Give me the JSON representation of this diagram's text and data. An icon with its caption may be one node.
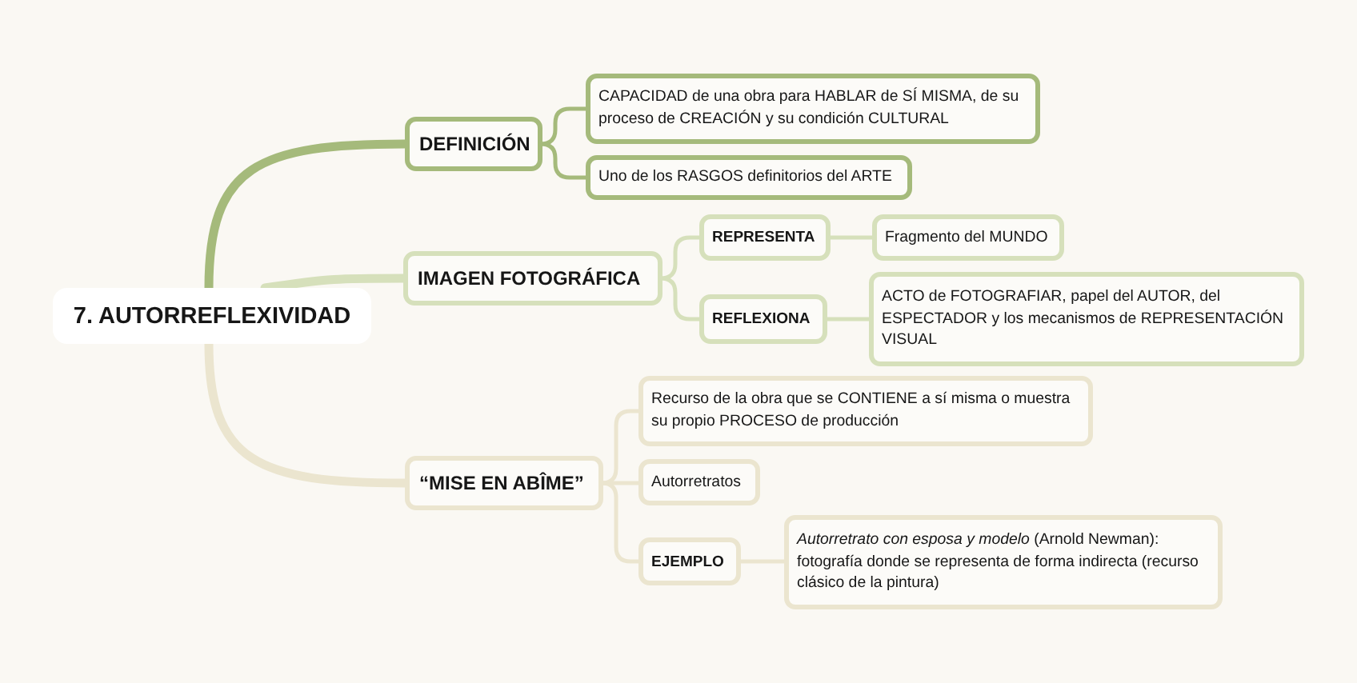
{
  "diagram": {
    "nodes": [
      {
        "text": [
          "7. AUTORREFLEXIVIDAD"
        ]
      },
      {
        "text": [
          "DEFINICIÓN"
        ]
      },
      {
        "text": [
          "CAPACIDAD de una obra para HABLAR de SÍ MISMA, de su proceso de CREACIÓN y su condición CULTURAL"
        ]
      },
      {
        "text": [
          "Uno de los RASGOS definitorios del ARTE"
        ]
      },
      {
        "text": [
          "IMAGEN FOTOGRÁFICA"
        ]
      },
      {
        "text": [
          "REPRESENTA"
        ]
      },
      {
        "text": [
          "Fragmento del MUNDO"
        ]
      },
      {
        "text": [
          "REFLEXIONA"
        ]
      },
      {
        "text": [
          "ACTO de FOTOGRAFIAR, papel del AUTOR, del ESPECTADOR y los mecanismos de REPRESENTACIÓN VISUAL"
        ]
      },
      {
        "text": [
          "“MISE EN ABÎME”"
        ]
      },
      {
        "text": [
          "Recurso de la obra que se CONTIENE a sí misma o muestra su propio PROCESO de producción"
        ]
      },
      {
        "text": [
          "Autorretratos"
        ]
      },
      {
        "text": [
          "EJEMPLO"
        ]
      },
      {
        "text": [
          "*Autorretrato con esposa y modelo* (Arnold Newman): fotografía donde se representa de forma indirecta (recurso clásico de la pintura)"
        ]
      }
    ],
    "edges": [
      {
        "from": 0,
        "to": 1,
        "arrow": "none",
        "style": "thick",
        "color": "#a5ba7b"
      },
      {
        "from": 1,
        "to": 2,
        "arrow": "none",
        "color": "#a5ba7b"
      },
      {
        "from": 1,
        "to": 3,
        "arrow": "none",
        "color": "#a5ba7b"
      },
      {
        "from": 0,
        "to": 4,
        "arrow": "none",
        "style": "thick"
      },
      {
        "from": 4,
        "to": 5,
        "arrow": "none"
      },
      {
        "from": 4,
        "to": 7,
        "arrow": "none"
      },
      {
        "from": 5,
        "to": 6,
        "arrow": "none"
      },
      {
        "from": 7,
        "to": 8,
        "arrow": "none"
      },
      {
        "from": 0,
        "to": 9,
        "arrow": "none",
        "style": "thick",
        "color": "#ebe5cf"
      },
      {
        "from": 9,
        "to": 10,
        "arrow": "none",
        "color": "#ebe5cf"
      },
      {
        "from": 9,
        "to": 11,
        "arrow": "none",
        "color": "#ebe5cf"
      },
      {
        "from": 9,
        "to": 12,
        "arrow": "none",
        "color": "#ebe5cf"
      },
      {
        "from": 12,
        "to": 13,
        "arrow": "none",
        "color": "#ebe5cf"
      }
    ]
  }
}
